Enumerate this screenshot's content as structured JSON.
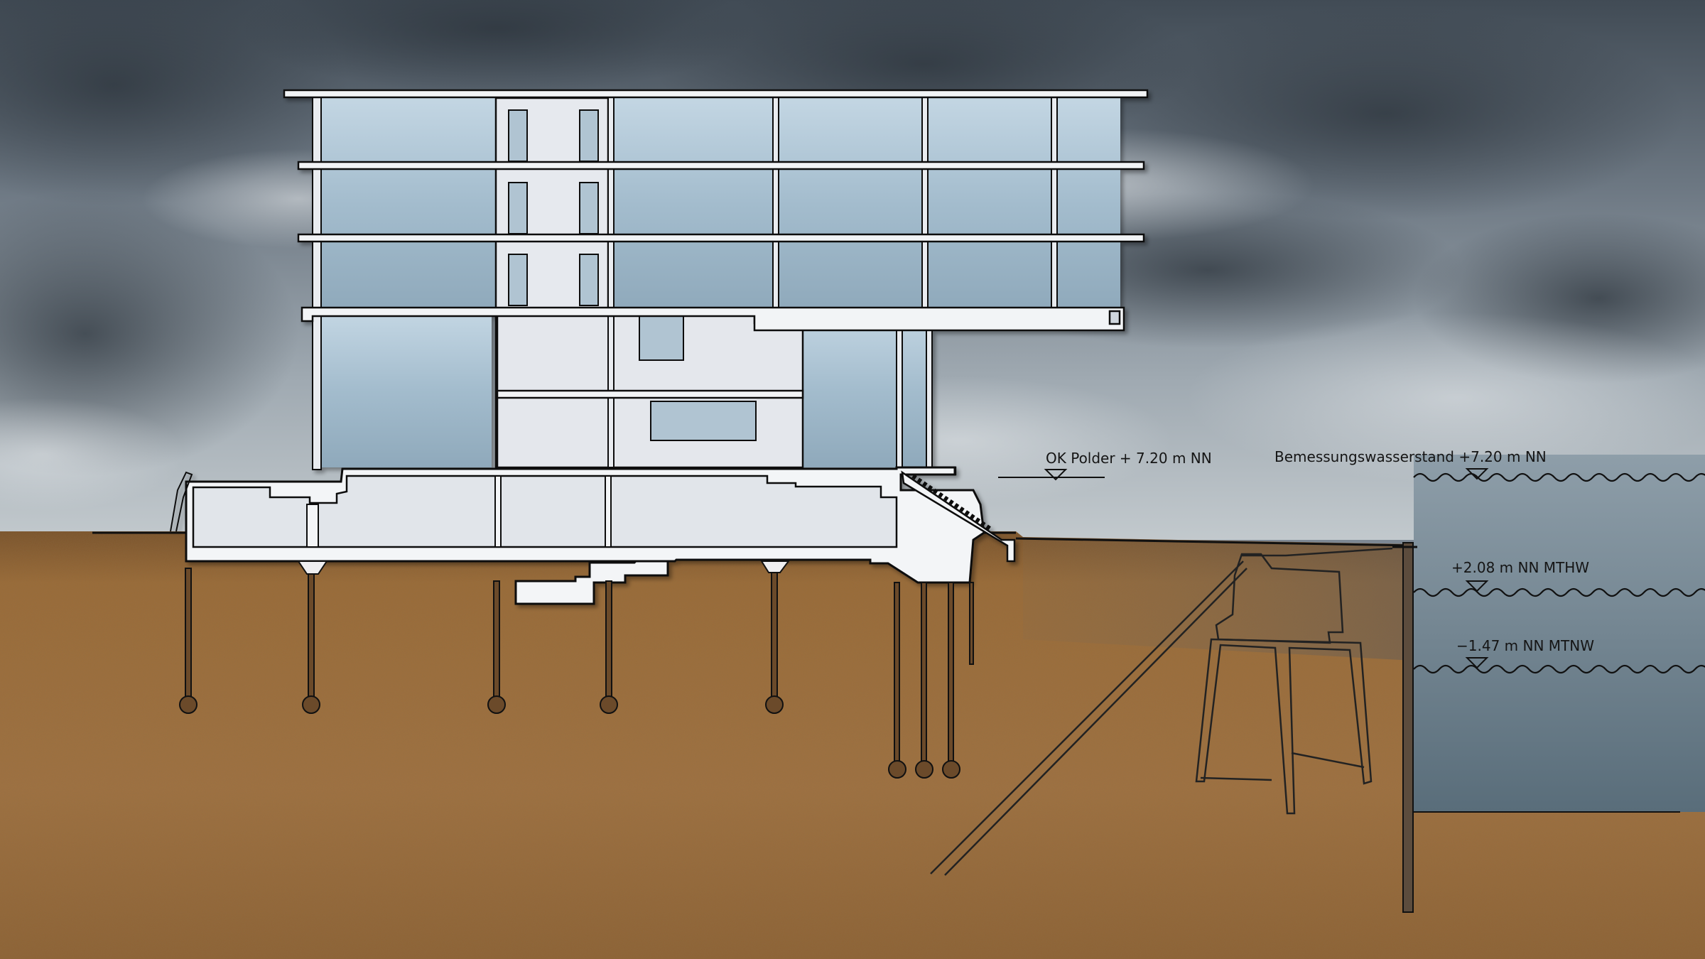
{
  "annotations": {
    "polder_level": "OK Polder + 7.20 m NN",
    "design_water_level": "Bemessungswasserstand +7.20 m NN",
    "mean_high_water": "+2.08 m NN MTHW",
    "mean_low_water": "−1.47 m NN MTNW"
  },
  "colors": {
    "sky_dark": "#3f4a55",
    "sky_light": "#b9c2c9",
    "soil": "#9a6a36",
    "soil_dark": "#6f4a22",
    "water": "#6f8391",
    "glass": "#a9c3d6",
    "concrete": "#e9ecf0",
    "line": "#111111"
  },
  "icons": [
    "water-level-marker-icon",
    "wave-line-icon"
  ]
}
